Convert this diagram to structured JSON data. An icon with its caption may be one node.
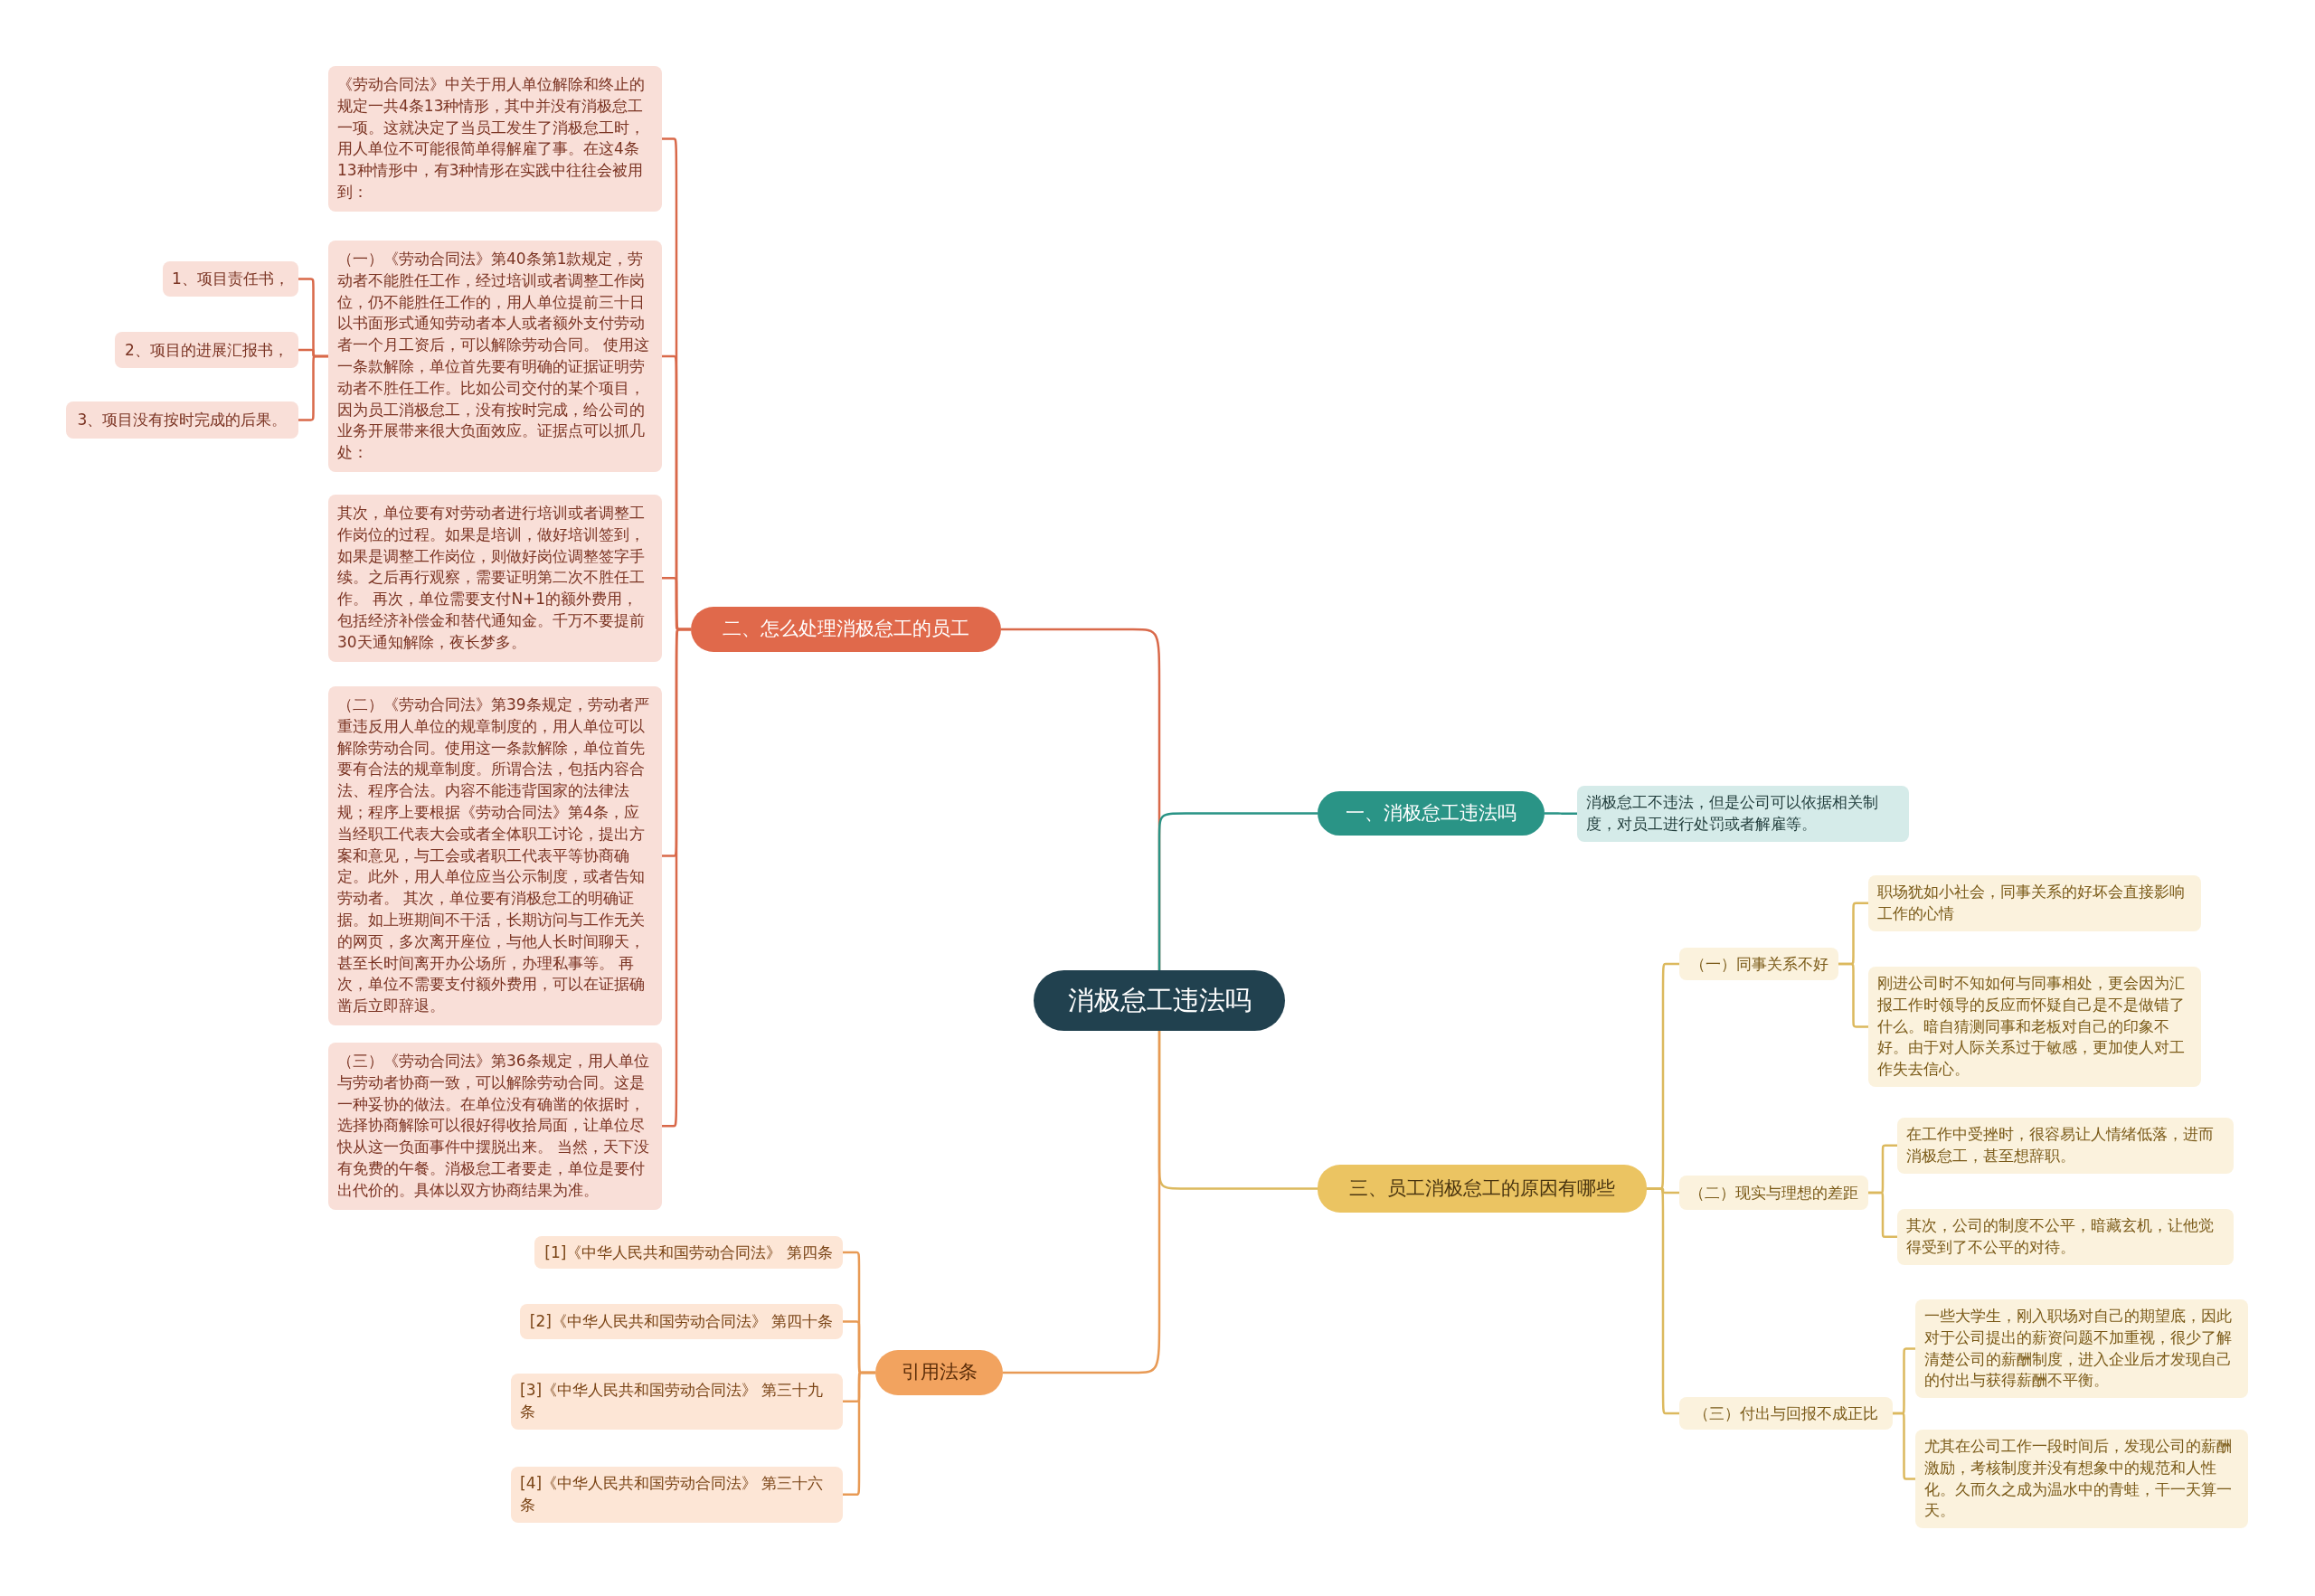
{
  "diagram": {
    "nodes": [
      {
        "text": [
          "消极怠工违法吗"
        ]
      },
      {
        "text": [
          "二、怎么处理消极怠工的员工"
        ]
      },
      {
        "text": [
          "《劳动合同法》中关于用人单位解除和终止的规定一共4条13种情形，其中并没有消极怠工一项。这就决定了当员工发生了消极怠工时，用人单位不可能很简单得解雇了事。在这4条13种情形中，有3种情形在实践中往往会被用到："
        ]
      },
      {
        "text": [
          "（一）《劳动合同法》第40条第1款规定，劳动者不能胜任工作，经过培训或者调整工作岗位，仍不能胜任工作的，用人单位提前三十日以书面形式通知劳动者本人或者额外支付劳动者一个月工资后，可以解除劳动合同。 使用这一条款解除，单位首先要有明确的证据证明劳动者不胜任工作。比如公司交付的某个项目，因为员工消极怠工，没有按时完成，给公司的业务开展带来很大负面效应。证据点可以抓几处："
        ]
      },
      {
        "text": [
          "1、项目责任书，"
        ]
      },
      {
        "text": [
          "2、项目的进展汇报书，"
        ]
      },
      {
        "text": [
          "3、项目没有按时完成的后果。"
        ]
      },
      {
        "text": [
          "其次，单位要有对劳动者进行培训或者调整工作岗位的过程。如果是培训，做好培训签到，如果是调整工作岗位，则做好岗位调整签字手续。之后再行观察，需要证明第二次不胜任工作。 再次，单位需要支付N+1的额外费用，包括经济补偿金和替代通知金。千万不要提前30天通知解除，夜长梦多。"
        ]
      },
      {
        "text": [
          "（二）《劳动合同法》第39条规定，劳动者严重违反用人单位的规章制度的，用人单位可以解除劳动合同。使用这一条款解除，单位首先要有合法的规章制度。所谓合法，包括内容合法、程序合法。内容不能违背国家的法律法规；程序上要根据《劳动合同法》第4条，应当经职工代表大会或者全体职工讨论，提出方案和意见，与工会或者职工代表平等协商确定。此外，用人单位应当公示制度，或者告知劳动者。 其次，单位要有消极怠工的明确证据。如上班期间不干活，长期访问与工作无关的网页，多次离开座位，与他人长时间聊天，甚至长时间离开办公场所，办理私事等。 再次，单位不需要支付额外费用，可以在证据确凿后立即辞退。"
        ]
      },
      {
        "text": [
          "（三）《劳动合同法》第36条规定，用人单位与劳动者协商一致，可以解除劳动合同。这是一种妥协的做法。在单位没有确凿的依据时，选择协商解除可以很好得收拾局面，让单位尽快从这一负面事件中摆脱出来。 当然，天下没有免费的午餐。消极怠工者要走，单位是要付出代价的。具体以双方协商结果为准。"
        ]
      },
      {
        "text": [
          "一、消极怠工违法吗"
        ]
      },
      {
        "text": [
          "消极怠工不违法，但是公司可以依据相关制度，对员工进行处罚或者解雇等。"
        ]
      },
      {
        "text": [
          "三、员工消极怠工的原因有哪些"
        ]
      },
      {
        "text": [
          "（一）同事关系不好"
        ]
      },
      {
        "text": [
          "职场犹如小社会，同事关系的好坏会直接影响工作的心情"
        ]
      },
      {
        "text": [
          "刚进公司时不知如何与同事相处，更会因为汇报工作时领导的反应而怀疑自己是不是做错了什么。暗自猜测同事和老板对自己的印象不好。由于对人际关系过于敏感，更加使人对工作失去信心。"
        ]
      },
      {
        "text": [
          "（二）现实与理想的差距"
        ]
      },
      {
        "text": [
          "在工作中受挫时，很容易让人情绪低落，进而消极怠工，甚至想辞职。"
        ]
      },
      {
        "text": [
          "其次，公司的制度不公平，暗藏玄机，让他觉得受到了不公平的对待。"
        ]
      },
      {
        "text": [
          "（三）付出与回报不成正比"
        ]
      },
      {
        "text": [
          "一些大学生，刚入职场对自己的期望底，因此对于公司提出的薪资问题不加重视，很少了解清楚公司的薪酬制度，进入企业后才发现自己的付出与获得薪酬不平衡。"
        ]
      },
      {
        "text": [
          "尤其在公司工作一段时间后，发现公司的薪酬激励，考核制度并没有想象中的规范和人性化。久而久之成为温水中的青蛙，干一天算一天。"
        ]
      },
      {
        "text": [
          "引用法条"
        ]
      },
      {
        "text": [
          "[1]《中华人民共和国劳动合同法》 第四条"
        ]
      },
      {
        "text": [
          "[2]《中华人民共和国劳动合同法》 第四十条"
        ]
      },
      {
        "text": [
          "[3]《中华人民共和国劳动合同法》 第三十九条"
        ]
      },
      {
        "text": [
          "[4]《中华人民共和国劳动合同法》 第三十六条"
        ]
      }
    ],
    "edges": [
      {
        "from": 0,
        "to": 1,
        "arrow": "none",
        "color": "#d9694a"
      },
      {
        "from": 1,
        "to": 2,
        "arrow": "none",
        "color": "#d9694a"
      },
      {
        "from": 1,
        "to": 3,
        "arrow": "none",
        "color": "#d9694a"
      },
      {
        "from": 3,
        "to": 4,
        "arrow": "none",
        "color": "#d9694a"
      },
      {
        "from": 3,
        "to": 5,
        "arrow": "none",
        "color": "#d9694a"
      },
      {
        "from": 3,
        "to": 6,
        "arrow": "none",
        "color": "#d9694a"
      },
      {
        "from": 1,
        "to": 7,
        "arrow": "none",
        "color": "#d9694a"
      },
      {
        "from": 1,
        "to": 8,
        "arrow": "none",
        "color": "#d9694a"
      },
      {
        "from": 1,
        "to": 9,
        "arrow": "none",
        "color": "#d9694a"
      },
      {
        "from": 0,
        "to": 10,
        "arrow": "none",
        "color": "#2a9486"
      },
      {
        "from": 10,
        "to": 11,
        "arrow": "none",
        "color": "#2a9486"
      },
      {
        "from": 0,
        "to": 12,
        "arrow": "none"
      },
      {
        "from": 12,
        "to": 13,
        "arrow": "none"
      },
      {
        "from": 13,
        "to": 14,
        "arrow": "none"
      },
      {
        "from": 13,
        "to": 15,
        "arrow": "none"
      },
      {
        "from": 12,
        "to": 16,
        "arrow": "none"
      },
      {
        "from": 16,
        "to": 17,
        "arrow": "none"
      },
      {
        "from": 16,
        "to": 18,
        "arrow": "none"
      },
      {
        "from": 12,
        "to": 19,
        "arrow": "none"
      },
      {
        "from": 19,
        "to": 20,
        "arrow": "none"
      },
      {
        "from": 19,
        "to": 21,
        "arrow": "none"
      },
      {
        "from": 0,
        "to": 22,
        "arrow": "none",
        "color": "#e89a55"
      },
      {
        "from": 22,
        "to": 23,
        "arrow": "none",
        "color": "#e89a55"
      },
      {
        "from": 22,
        "to": 24,
        "arrow": "none",
        "color": "#e89a55"
      },
      {
        "from": 22,
        "to": 25,
        "arrow": "none",
        "color": "#e89a55"
      },
      {
        "from": 22,
        "to": 26,
        "arrow": "none",
        "color": "#e89a55"
      }
    ]
  }
}
